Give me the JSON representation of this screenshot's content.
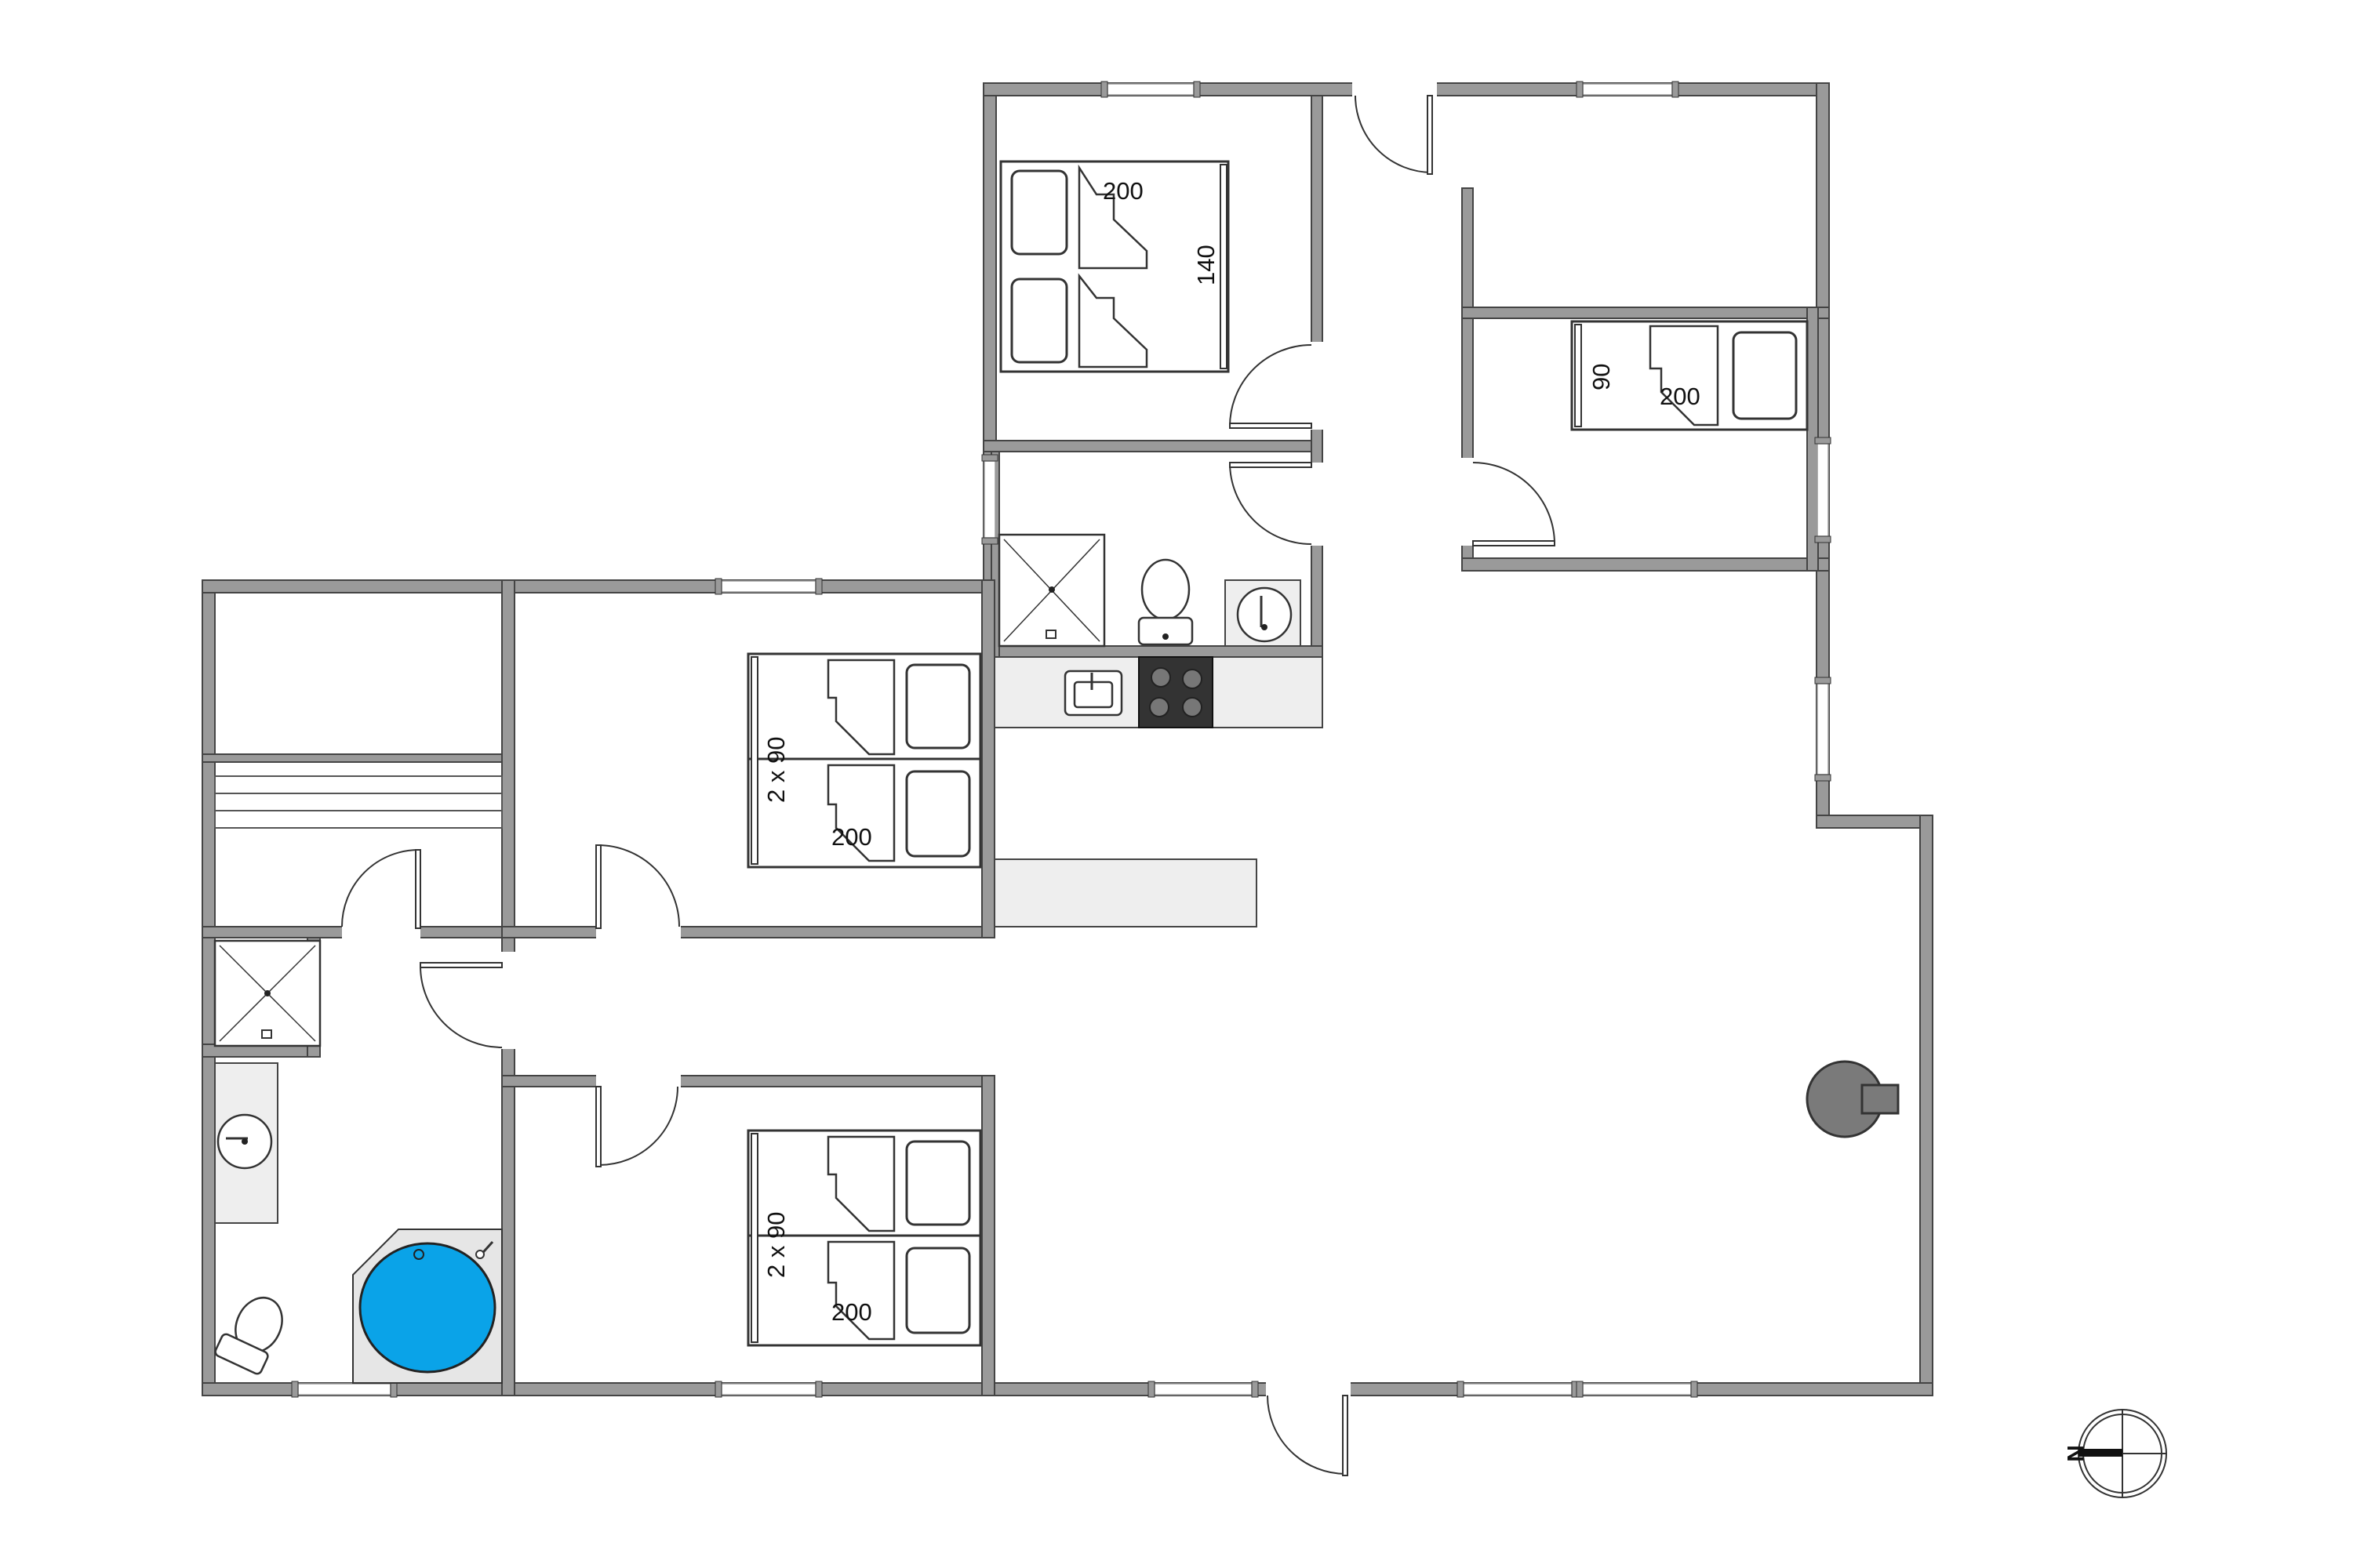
{
  "plan": {
    "compass_label": "N",
    "dimension_labels": {
      "bed_top_length": "200",
      "bed_top_width": "140",
      "bed_right_width": "90",
      "bed_right_length": "200",
      "bed_mid_width": "2 x 90",
      "bed_mid_length": "200",
      "bed_low_width": "2 x 90",
      "bed_low_length": "200"
    },
    "colors": {
      "wall": "#9a9a9a",
      "bathtub": "#0aa3e8",
      "stove": "#333333",
      "stove_fire": "#777777"
    }
  }
}
